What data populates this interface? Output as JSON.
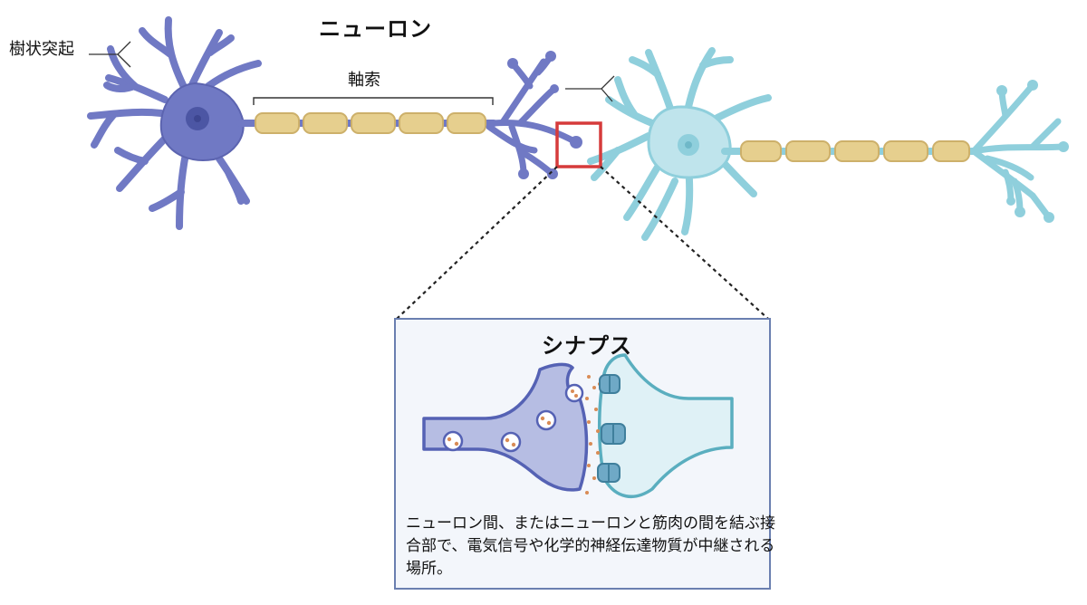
{
  "diagram": {
    "title": "ニューロン",
    "labels": {
      "dendrite": "樹状突起",
      "axon": "軸索"
    },
    "inset": {
      "title": "シナプス",
      "description": "ニューロン間、またはニューロンと筋肉の間を結ぶ接合部で、電気信号や化学的神経伝達物質が中継される場所。"
    },
    "colors": {
      "presynaptic_neuron": "#7079c4",
      "postsynaptic_neuron": "#8fcfdc",
      "myelin_sheath": "#e6cf8e",
      "highlight_box": "#d63b3b",
      "inset_border": "#6a7fb0",
      "neurotransmitter": "#d98c56"
    }
  }
}
